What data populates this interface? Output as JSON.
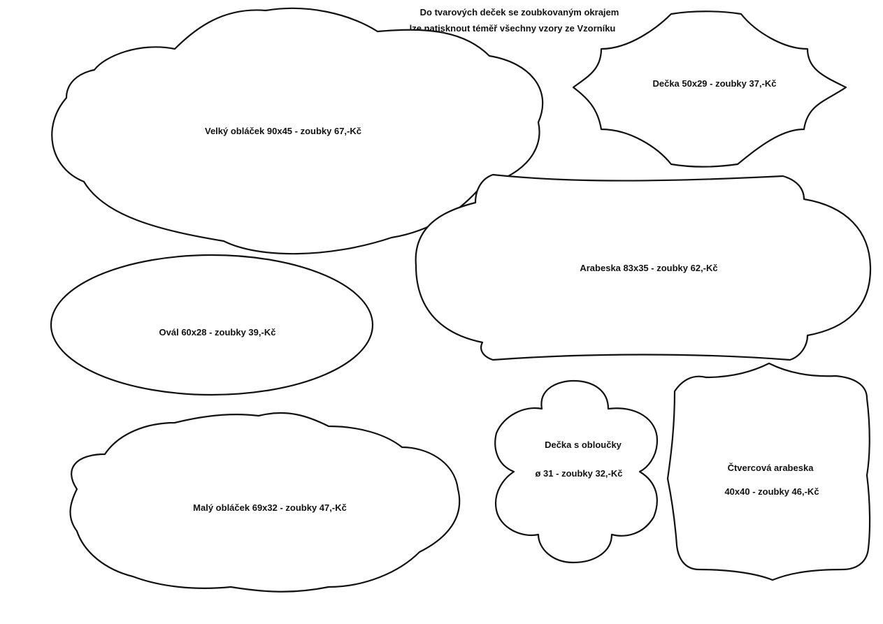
{
  "header": {
    "line1": "Do tvarových deček se zoubkovaným okrajem",
    "line2": "lze natisknout téměř všechny vzory ze Vzorníku"
  },
  "doilies": [
    {
      "id": "velky-oblacek",
      "lines": [
        "Velký obláček 90x45 - zoubky  67,-Kč"
      ]
    },
    {
      "id": "decka-50x29",
      "lines": [
        "Dečka 50x29 - zoubky   37,-Kč"
      ]
    },
    {
      "id": "arabeska",
      "lines": [
        "Arabeska 83x35 - zoubky   62,-Kč"
      ]
    },
    {
      "id": "oval",
      "lines": [
        "Ovál 60x28 - zoubky  39,-Kč"
      ]
    },
    {
      "id": "maly-oblacek",
      "lines": [
        "Malý obláček 69x32 - zoubky  47,-Kč"
      ]
    },
    {
      "id": "decka-oblouc",
      "lines": [
        "Dečka s obloučky",
        "ø 31 - zoubky   32,-Kč"
      ]
    },
    {
      "id": "ctvercova",
      "lines": [
        "Čtvercová arabeska",
        "40x40 - zoubky   46,-Kč"
      ]
    }
  ]
}
